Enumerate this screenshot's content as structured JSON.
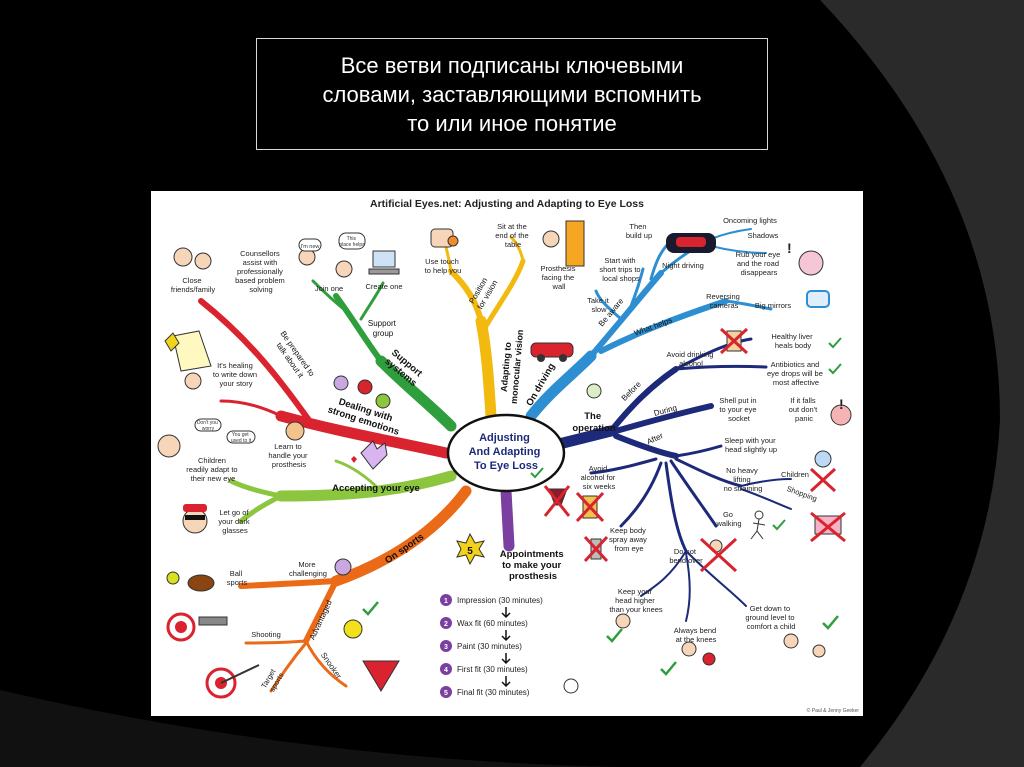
{
  "slide": {
    "title_lines": [
      "Все ветви подписаны ключевыми",
      "словами, заставляющими вспомнить",
      "то или иное понятие"
    ]
  },
  "mindmap": {
    "heading": "Artificial Eyes.net: Adjusting and Adapting to Eye Loss",
    "center": [
      "Adjusting",
      "And Adapting",
      "To Eye Loss"
    ],
    "credit": "© Paul & Jenny Geeker",
    "branches": {
      "support": {
        "name": [
          "Support",
          "systems"
        ],
        "sub": [
          "Support",
          "group"
        ],
        "labels": {
          "counsellors": [
            "Counsellors",
            "assist with",
            "professionally",
            "based problem",
            "solving"
          ],
          "close": [
            "Close",
            "friends/family"
          ],
          "join": "Join one",
          "create": "Create one",
          "bubble1": "I'm new",
          "bubble2": [
            "This",
            "place helps"
          ]
        }
      },
      "monocular": {
        "name": [
          "Adapting to",
          "monocular vision"
        ],
        "sub": [
          "Position",
          "for vision"
        ],
        "labels": {
          "touch": [
            "Use touch",
            "to help you"
          ],
          "sit": [
            "Sit at the",
            "end of the",
            "table"
          ],
          "prosthesis": [
            "Prosthesis",
            "facing the",
            "wall"
          ]
        }
      },
      "driving": {
        "name": "On driving",
        "beaware": "Be aware",
        "whathelps": "What helps",
        "labels": {
          "takeit": [
            "Take it",
            "slow"
          ],
          "start": [
            "Start with",
            "short trips to",
            "local shops"
          ],
          "then": [
            "Then",
            "build up"
          ],
          "night": "Night driving",
          "oncoming": [
            "Oncoming lights",
            "Shadows"
          ],
          "rub": [
            "Rub your eye",
            "and the road",
            "disappears"
          ],
          "reversing": [
            "Reversing",
            "cameras"
          ],
          "bigmirrors": "Big mirrors"
        }
      },
      "operation": {
        "name": [
          "The",
          "operation"
        ],
        "before": "Before",
        "during": "During",
        "after": "After",
        "labels": {
          "avoid_drink": [
            "Avoid drinking",
            "alcohol"
          ],
          "liver": [
            "Healthy liver",
            "heals body"
          ],
          "antibiotics": [
            "Antibiotics and",
            "eye drops will be",
            "most affective"
          ],
          "shell": [
            "Shell put in",
            "to your eye",
            "socket"
          ],
          "iffalls": [
            "If it falls",
            "out don't",
            "panic"
          ],
          "sleep": [
            "Sleep with your",
            "head slightly up"
          ],
          "lifting": [
            "No heavy",
            "lifting",
            "no straining"
          ],
          "children": "Children",
          "shopping": "Shopping",
          "avoid_six": [
            "Avoid",
            "alcohol for",
            "six weeks"
          ],
          "spray": [
            "Keep body",
            "spray away",
            "from eye"
          ],
          "walking": [
            "Go",
            "walking"
          ],
          "bend": [
            "Do not",
            "bend over"
          ],
          "headhigher": [
            "Keep your",
            "head higher",
            "than your knees"
          ],
          "knees": [
            "Always bend",
            "at the knees"
          ],
          "getdown": [
            "Get down to",
            "ground level to",
            "comfort a child"
          ]
        }
      },
      "appointments": {
        "number": "5",
        "name": [
          "Appointments",
          "to make your",
          "prosthesis"
        ],
        "steps": [
          "Impression (30 minutes)",
          "Wax fit (60 minutes)",
          "Paint (30 minutes)",
          "First fit (30 minutes)",
          "Final fit (30 minutes)"
        ]
      },
      "sports": {
        "name": "On sports",
        "advantaged": "Advantaged",
        "labels": {
          "more": [
            "More",
            "challenging"
          ],
          "ball": [
            "Ball",
            "sports"
          ],
          "shooting": "Shooting",
          "snooker": "Snooker",
          "target": [
            "Target",
            "sports"
          ]
        }
      },
      "accepting": {
        "name": "Accepting your eye",
        "labels": {
          "learn": [
            "Learn to",
            "handle your",
            "prosthesis"
          ],
          "children": [
            "Children",
            "readily adapt to",
            "their new eye"
          ],
          "dontworry": [
            "Don't you",
            "worry"
          ],
          "youget": [
            "You get",
            "used to it"
          ],
          "letgo": [
            "Let go of",
            "your dark",
            "glasses"
          ]
        }
      },
      "emotions": {
        "name": [
          "Dealing with",
          "strong emotions"
        ],
        "sub": [
          "Be prepared to",
          "talk about it"
        ],
        "labels": {
          "healing": [
            "It's healing",
            "to write down",
            "your story"
          ]
        }
      }
    }
  },
  "colors": {
    "support": "#2f9e3c",
    "monocular": "#f2b90f",
    "driving": "#2d8fd1",
    "operation": "#1d2a7a",
    "appointments": "#7b3fa0",
    "sports": "#ea6a17",
    "accepting": "#8cc63f",
    "emotions": "#d9232e"
  }
}
